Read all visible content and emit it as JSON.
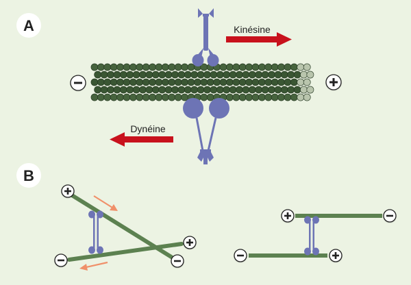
{
  "panels": {
    "a": {
      "letter": "A"
    },
    "b": {
      "letter": "B"
    }
  },
  "labels": {
    "kinesin": "Kinésine",
    "dynein": "Dynéine"
  },
  "polarity": {
    "plus": "+",
    "minus": "−"
  },
  "colors": {
    "background": "#ecf3e3",
    "microtubule": "#3d5a36",
    "motor_protein": "#6d74b5",
    "direction_arrow": "#c8111c",
    "sliding_arrow": "#f0906a",
    "filament": "#5c8150"
  }
}
